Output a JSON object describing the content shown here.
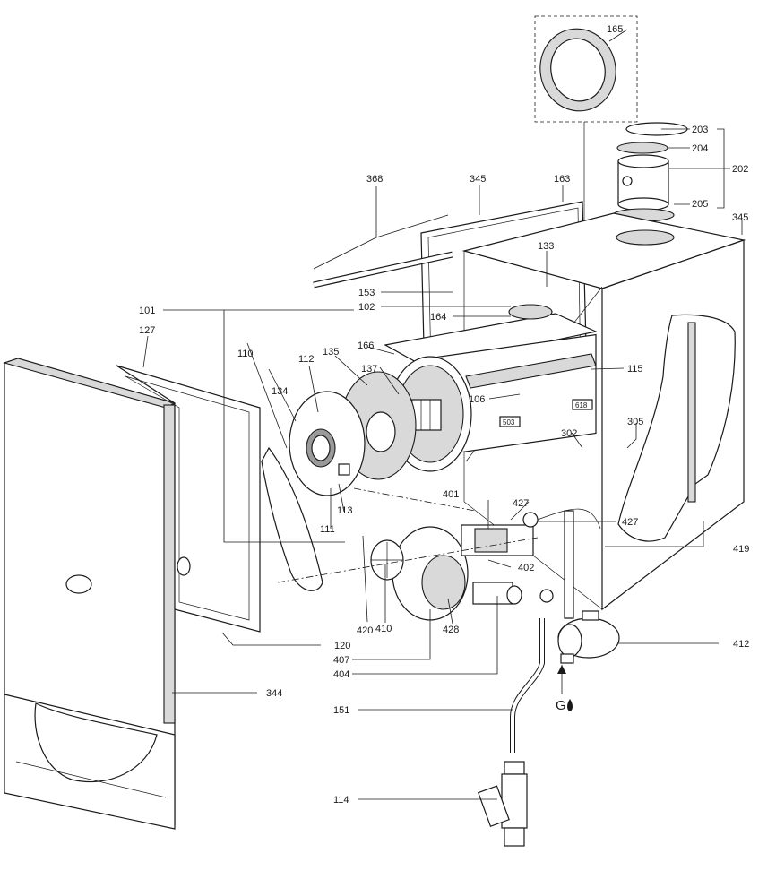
{
  "labels": {
    "p165": "165",
    "p203": "203",
    "p204": "204",
    "p202": "202",
    "p205": "205",
    "p368": "368",
    "p345a": "345",
    "p163": "163",
    "p345b": "345",
    "p133": "133",
    "p153": "153",
    "p101": "101",
    "p102": "102",
    "p164": "164",
    "p127": "127",
    "p110": "110",
    "p134": "134",
    "p112": "112",
    "p135": "135",
    "p166": "166",
    "p137": "137",
    "p115": "115",
    "p106": "106",
    "p503": "503",
    "p618": "618",
    "p302": "302",
    "p305": "305",
    "p401": "401",
    "p427a": "427",
    "p427b": "427",
    "p419": "419",
    "p113": "113",
    "p111": "111",
    "p402": "402",
    "p420": "420",
    "p410": "410",
    "p428": "428",
    "p120": "120",
    "p412": "412",
    "p407": "407",
    "p404": "404",
    "p344": "344",
    "p151": "151",
    "p114": "114",
    "gas": "G"
  },
  "colors": {
    "line": "#1a1a1a",
    "light_grey": "#d9d9d9",
    "mid_grey": "#9a9a9a",
    "background": "#ffffff"
  }
}
